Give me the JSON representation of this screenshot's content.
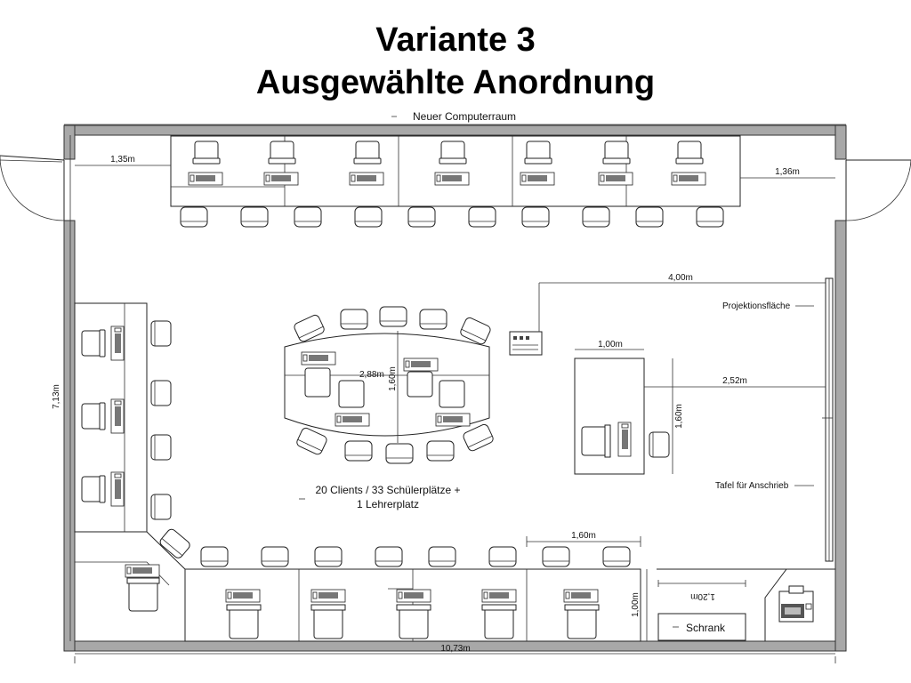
{
  "title_line1": "Variante 3",
  "title_line2": "Ausgewählte Anordnung",
  "labels": {
    "room": "Neuer Computerraum",
    "projection": "Projektionsfläche",
    "board": "Tafel für Anschrieb",
    "cabinet": "Schrank",
    "clients_line1": "20 Clients / 33 Schülerplätze +",
    "clients_line2": "1 Lehrerplatz"
  },
  "dimensions": {
    "left_gap": "1,35m",
    "right_gap": "1,36m",
    "to_projection": "4,00m",
    "teacher_width": "1,00m",
    "teacher_to_board": "2,52m",
    "teacher_depth": "1,60m",
    "oval_length": "2,88m",
    "oval_width": "1,60m",
    "bottom_table": "1,60m",
    "bottom_depth": "1,00m",
    "cabinet_width": "1,20m",
    "room_height": "7,13m",
    "room_length": "10,73m"
  }
}
